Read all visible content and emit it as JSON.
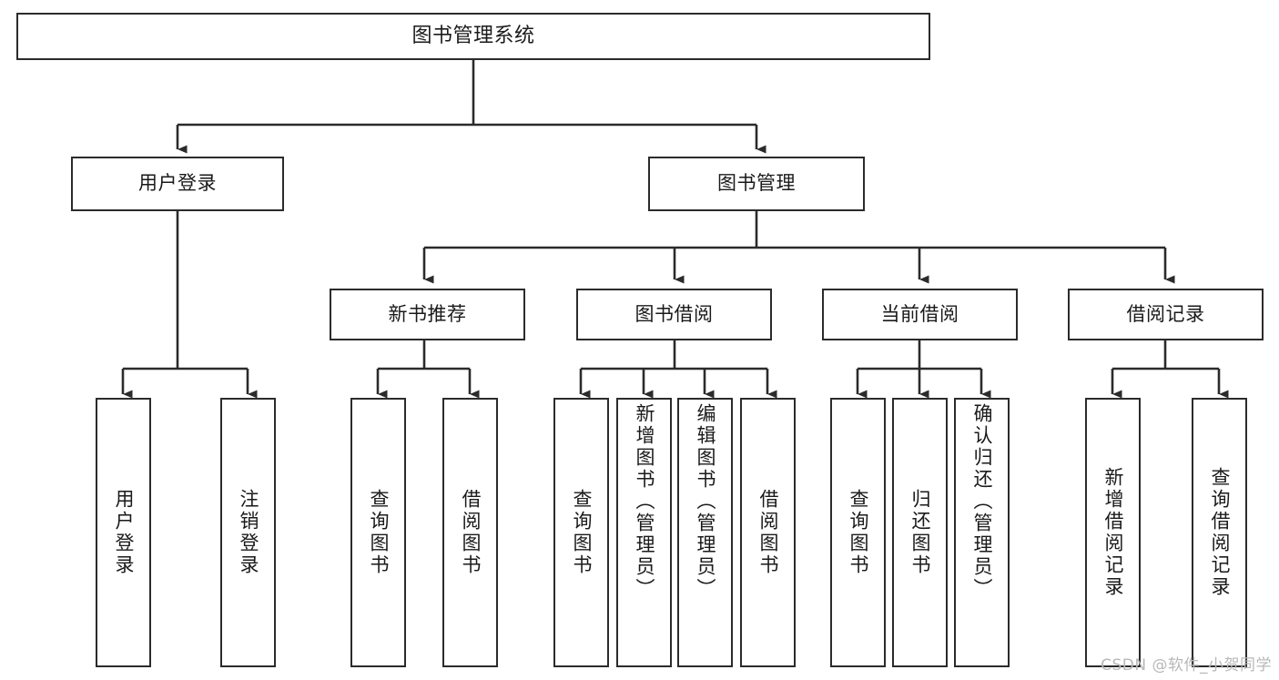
{
  "diagram": {
    "title": "图书管理系统",
    "type": "hierarchy-tree",
    "orientation": "top-down",
    "colors": {
      "box_border": "#2b2b2b",
      "box_fill": "#ffffff",
      "connector": "#2b2b2b",
      "background": "#ffffff",
      "watermark": "#b8b8b8"
    },
    "watermark": "CSDN @软件_小贺同学",
    "nodes": {
      "root": {
        "label": "图书管理系统"
      },
      "level2": [
        {
          "label": "用户登录"
        },
        {
          "label": "图书管理"
        }
      ],
      "level3": [
        {
          "label": "新书推荐"
        },
        {
          "label": "图书借阅"
        },
        {
          "label": "当前借阅"
        },
        {
          "label": "借阅记录"
        }
      ],
      "leaves_user_login": [
        {
          "label": "用户登录"
        },
        {
          "label": "注销登录"
        }
      ],
      "leaves_new_book": [
        {
          "label": "查询图书"
        },
        {
          "label": "借阅图书"
        }
      ],
      "leaves_borrow": [
        {
          "label": "查询图书"
        },
        {
          "label": "新增图书（管理员）"
        },
        {
          "label": "编辑图书（管理员）"
        },
        {
          "label": "借阅图书"
        }
      ],
      "leaves_current": [
        {
          "label": "查询图书"
        },
        {
          "label": "归还图书"
        },
        {
          "label": "确认归还（管理员）"
        }
      ],
      "leaves_records": [
        {
          "label": "新增借阅记录"
        },
        {
          "label": "查询借阅记录"
        }
      ]
    }
  }
}
